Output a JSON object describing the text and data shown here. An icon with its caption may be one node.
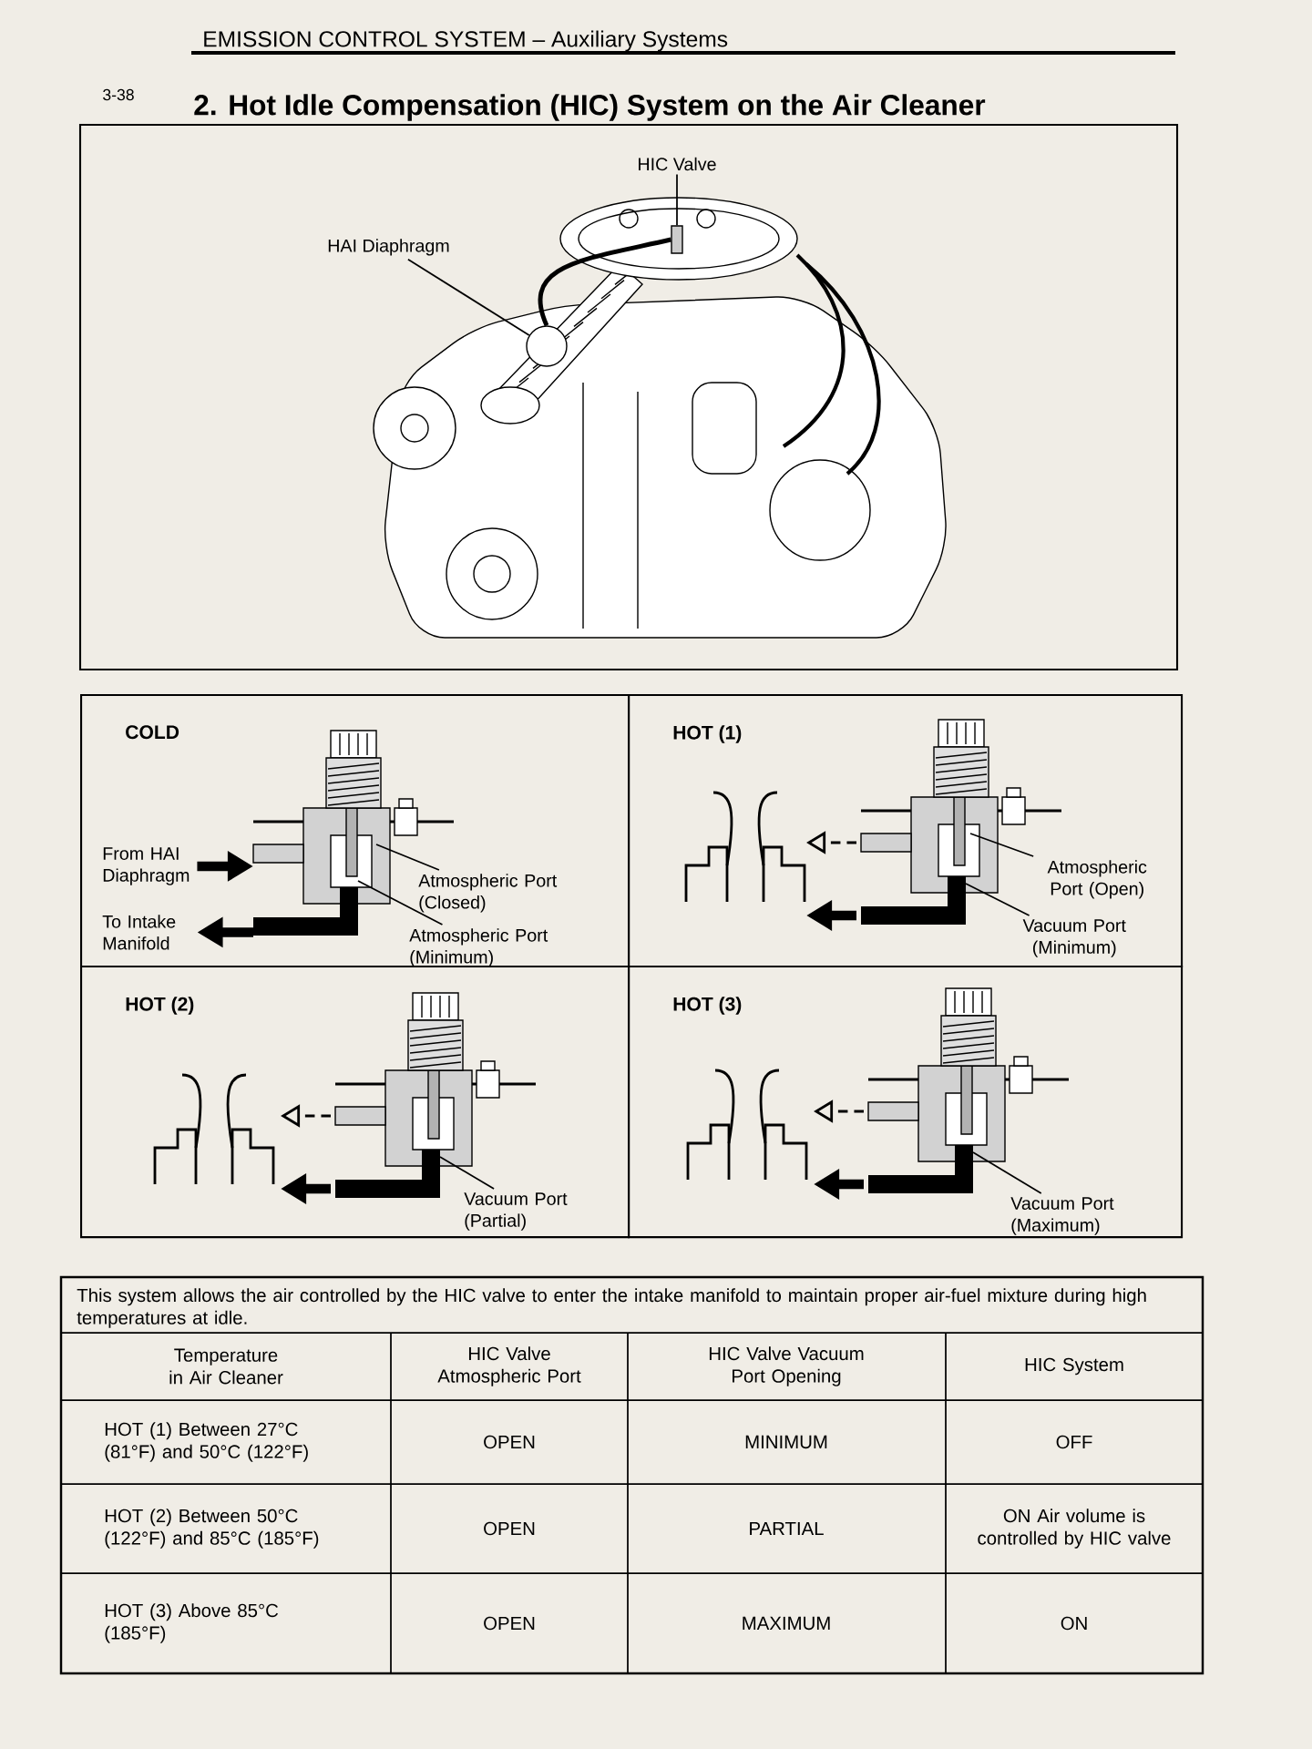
{
  "diagram": {
    "title": "2. Hot Idle Compensation (HIC) System on the Air Cleaner",
    "nodes": [
      {
        "text": [
          "HIC Valve"
        ]
      },
      {
        "text": [
          "HAI Diaphragm"
        ]
      },
      {
        "text": [
          "COLD"
        ]
      },
      {
        "text": [
          "HOT (1)"
        ]
      },
      {
        "text": [
          "HOT (2)"
        ]
      },
      {
        "text": [
          "HOT (3)"
        ]
      },
      {
        "text": [
          "From HAI Diaphragm"
        ],
        "in": 2
      },
      {
        "text": [
          "To Intake Manifold"
        ],
        "in": 2
      },
      {
        "text": [
          "Atmospheric Port (Closed)"
        ],
        "in": 2
      },
      {
        "text": [
          "Atmospheric Port (Minimum)"
        ],
        "in": 2
      },
      {
        "text": [
          "Atmospheric Port (Open)"
        ],
        "in": 3
      },
      {
        "text": [
          "Vacuum Port (Minimum)"
        ],
        "in": 3
      },
      {
        "text": [
          "Vacuum Port (Partial)"
        ],
        "in": 4
      },
      {
        "text": [
          "Vacuum Port (Maximum)"
        ],
        "in": 5
      },
      {
        "text": [],
        "shape": "box"
      },
      {
        "text": [],
        "shape": "circle"
      },
      {
        "text": [],
        "shape": "picture",
        "in": 2
      },
      {
        "text": [],
        "shape": "picture",
        "in": 3
      },
      {
        "text": [],
        "shape": "picture",
        "in": 4
      },
      {
        "text": [],
        "shape": "picture",
        "in": 5
      }
    ],
    "edges": [
      {
        "from": 0,
        "to": 14,
        "arrow": "none"
      },
      {
        "from": 1,
        "to": 15,
        "arrow": "none"
      },
      {
        "from": 6,
        "to": 16,
        "arrow": "to",
        "style": "thick"
      },
      {
        "from": 16,
        "to": 7,
        "arrow": "to",
        "style": "thick"
      },
      {
        "from": 8,
        "to": 16,
        "arrow": "none"
      },
      {
        "from": 9,
        "to": 16,
        "arrow": "none"
      },
      {
        "from": 10,
        "to": 17,
        "arrow": "none"
      },
      {
        "from": 11,
        "to": 17,
        "arrow": "none"
      },
      {
        "from": 12,
        "to": 18,
        "arrow": "none"
      },
      {
        "from": 13,
        "to": 19,
        "arrow": "none"
      },
      {
        "from": 15,
        "to": 14,
        "arrow": "none",
        "style": "thick"
      }
    ],
    "labels": [
      "3-38",
      "EMISSION CONTROL SYSTEM – Auxiliary Systems",
      "This system allows the air controlled by the HIC valve to enter the intake manifold to maintain proper air-fuel mixture during high temperatures at idle.",
      "Temperature in Air Cleaner",
      "HIC Valve Atmospheric Port",
      "HIC Valve Vacuum Port Opening",
      "HIC System",
      "HOT (1) Between 27°C (81°F) and 50°C (122°F)",
      "OPEN",
      "MINIMUM",
      "OFF",
      "HOT (2) Between 50°C (122°F) and 85°C (185°F)",
      "OPEN",
      "PARTIAL",
      "ON Air volume is controlled by HIC valve",
      "HOT (3) Above 85°C (185°F)",
      "OPEN",
      "MAXIMUM",
      "ON"
    ]
  }
}
